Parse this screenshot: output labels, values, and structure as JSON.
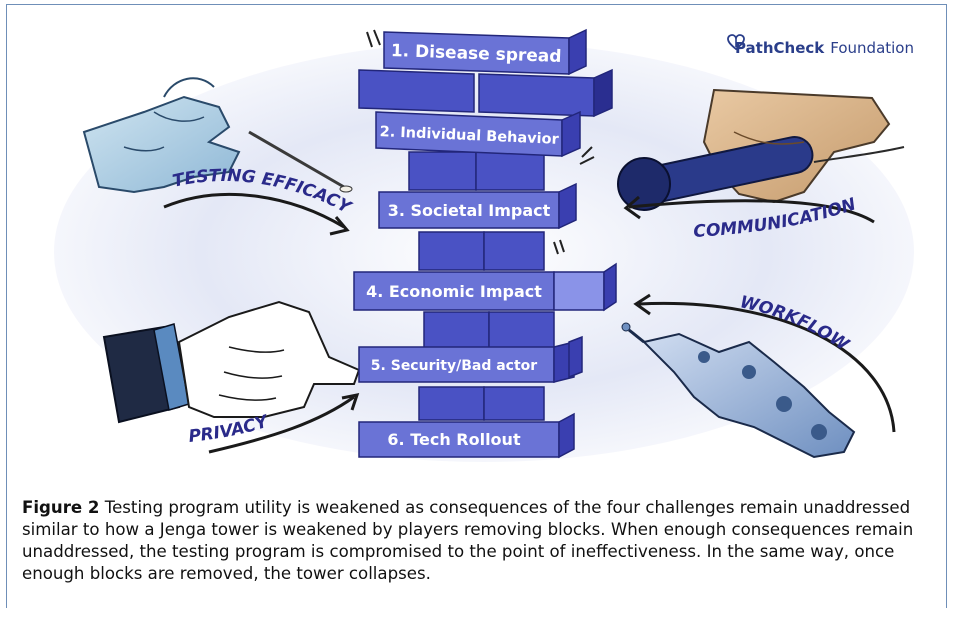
{
  "brand": {
    "name_bold": "PathCheck",
    "name_regular": "Foundation"
  },
  "blocks": [
    {
      "label": "1. Disease spread"
    },
    {
      "label": "2. Individual Behavior"
    },
    {
      "label": "3. Societal Impact"
    },
    {
      "label": "4. Economic Impact"
    },
    {
      "label": "5. Security/Bad actor"
    },
    {
      "label": "6. Tech Rollout"
    }
  ],
  "challenges": {
    "top_left": "TESTING EFFICACY",
    "top_right": "COMMUNICATION",
    "bottom_left": "PRIVACY",
    "bottom_right": "WORKFLOW"
  },
  "caption": {
    "label": "Figure 2",
    "text": "Testing program utility is weakened as consequences of the four challenges remain unaddressed similar to how a Jenga tower is weakened by players removing blocks. When enough consequences remain unaddressed, the testing program is compromised to the point of ineffectiveness. In the same way, once enough blocks are removed, the tower collapses."
  },
  "colors": {
    "block_front": "#6a73d6",
    "block_dark": "#3a3fb0",
    "block_top": "#8a93e8",
    "arrow": "#1a1a1a",
    "label_text": "#2a2a8a",
    "brand": "#2a3e8a"
  }
}
